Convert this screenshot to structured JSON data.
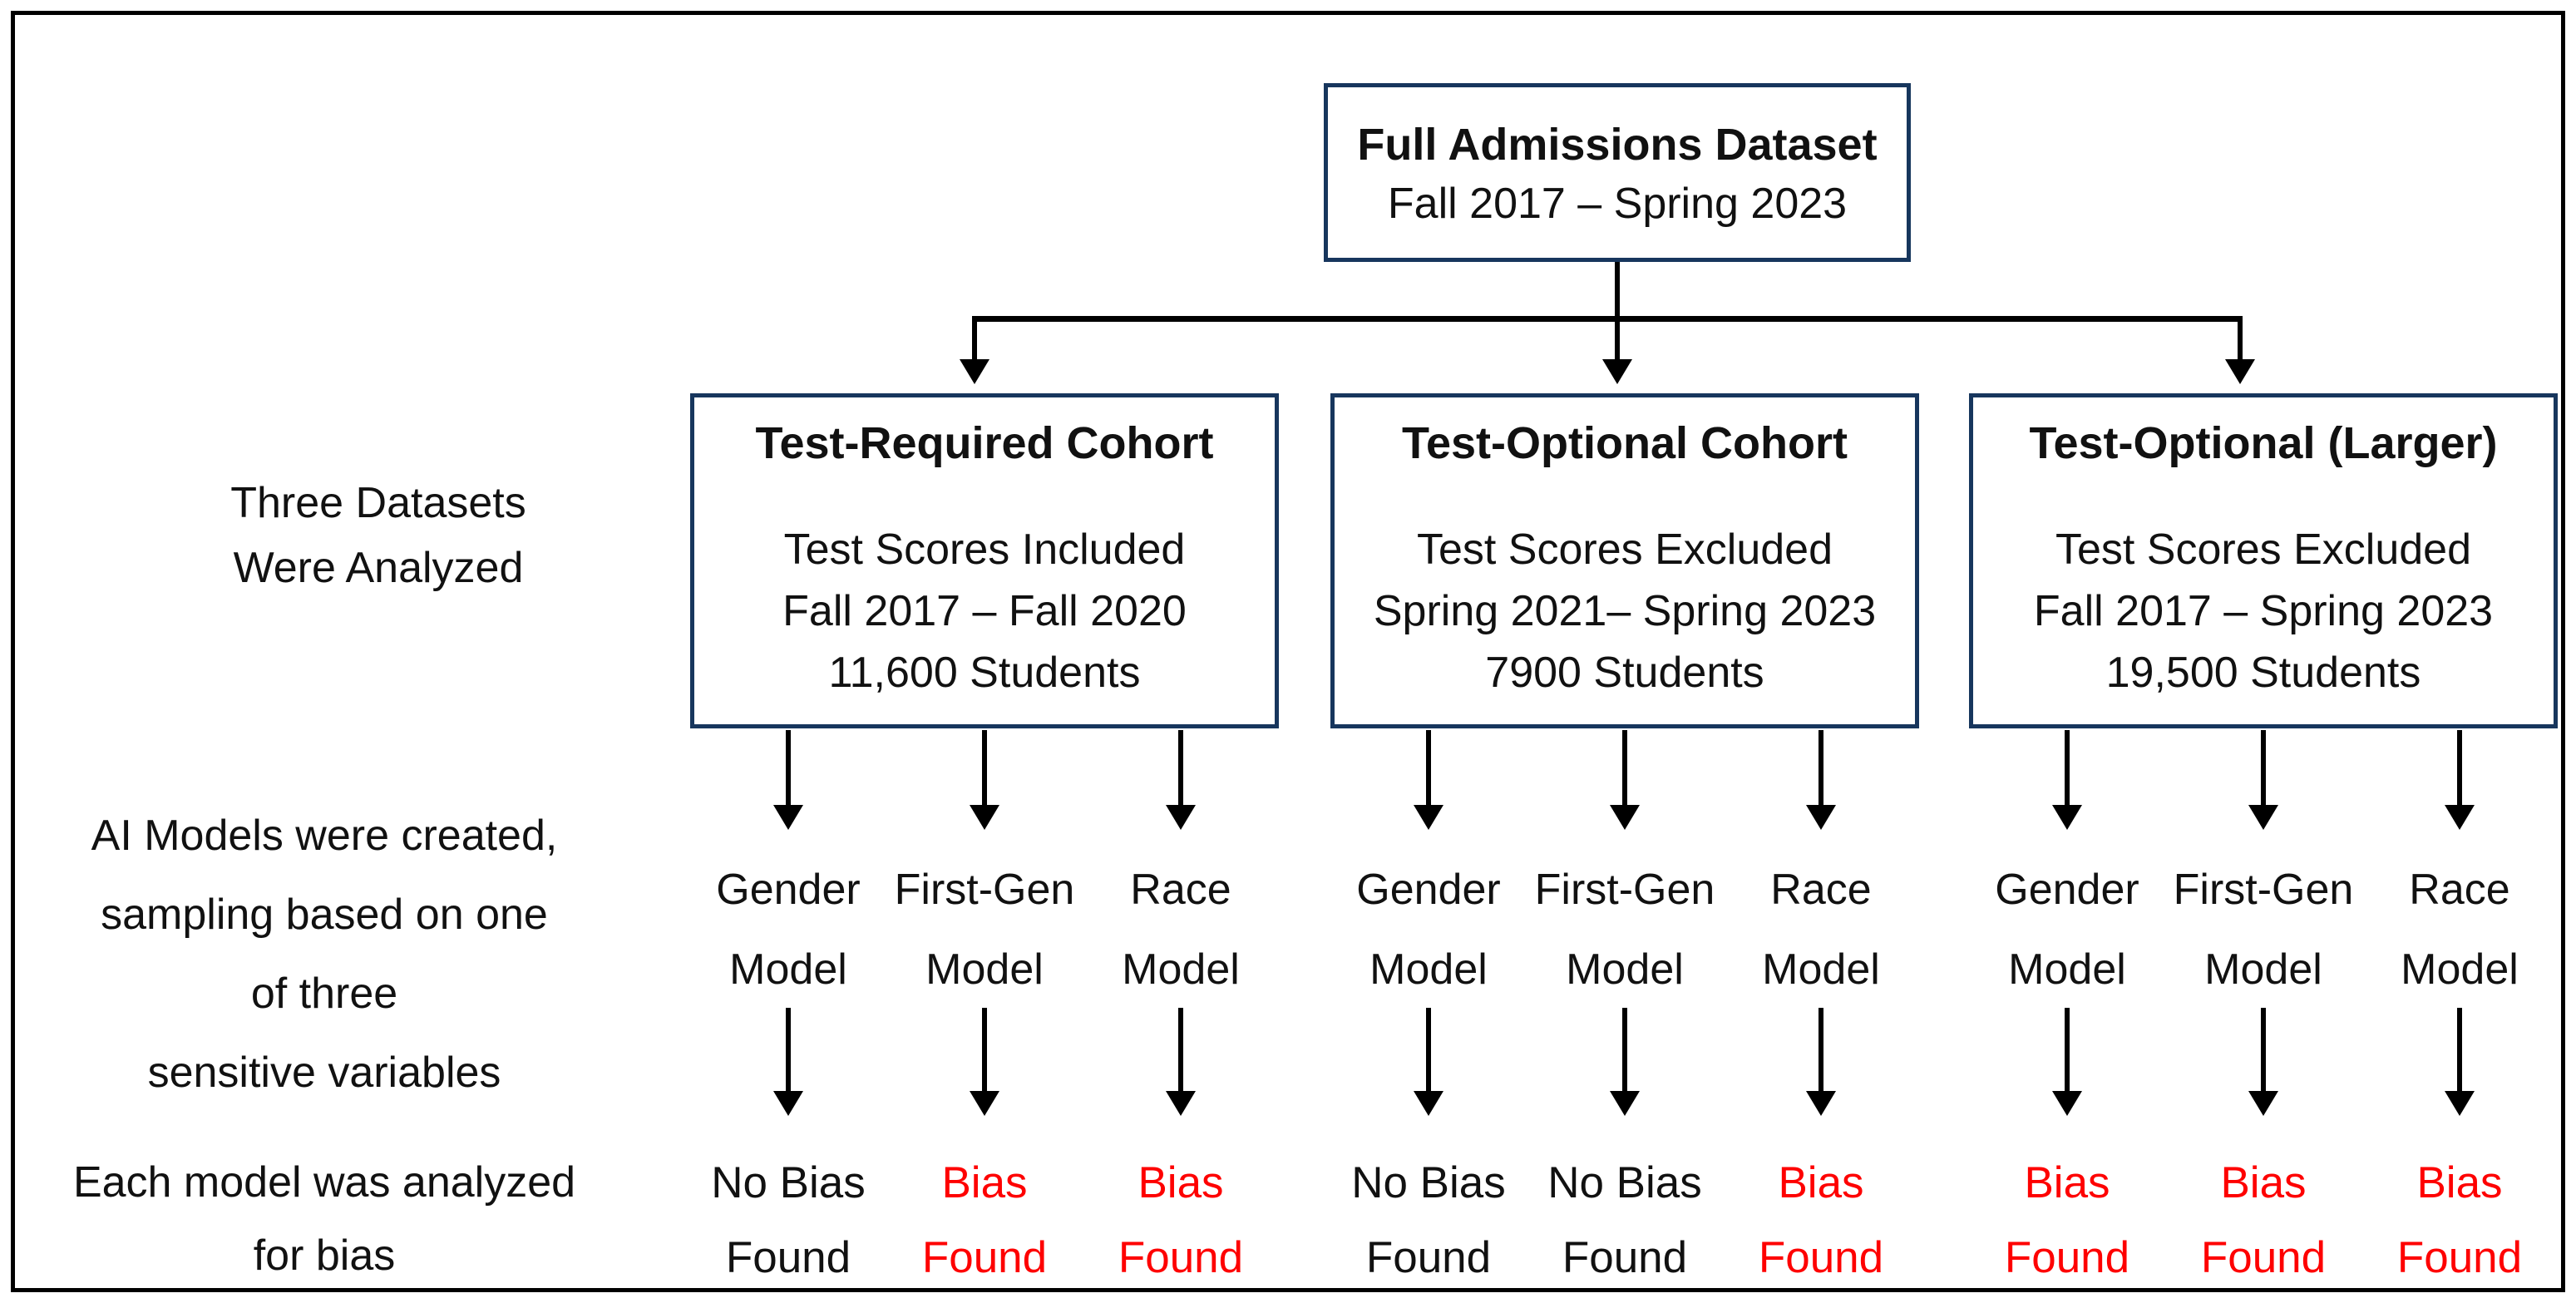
{
  "figure": {
    "background": "#ffffff",
    "frame_border_color": "#000000",
    "connector_color": "#000000",
    "box_border_color": "#17365d",
    "bias_color": "#fe0000",
    "text_color": "#111111"
  },
  "root_box": {
    "title": "Full Admissions Dataset",
    "subtitle": "Fall 2017 – Spring 2023"
  },
  "side_labels": {
    "datasets": {
      "l1": "Three Datasets",
      "l2": "Were Analyzed"
    },
    "models": {
      "l1": "AI Models were created,",
      "l2": "sampling based on one",
      "l3": "of three",
      "l4": "sensitive variables"
    },
    "bias": {
      "l1": "Each model was analyzed",
      "l2": "for bias"
    }
  },
  "cohorts": [
    {
      "title": "Test-Required Cohort",
      "body_l1": "Test Scores Included",
      "body_l2": "Fall 2017 – Fall 2020",
      "body_l3": "11,600 Students",
      "models": [
        {
          "name_l1": "Gender",
          "name_l2": "Model",
          "result_l1": "No Bias",
          "result_l2": "Found",
          "result_color": "#111111"
        },
        {
          "name_l1": "First-Gen",
          "name_l2": "Model",
          "result_l1": "Bias",
          "result_l2": "Found",
          "result_color": "#fe0000"
        },
        {
          "name_l1": "Race",
          "name_l2": "Model",
          "result_l1": "Bias",
          "result_l2": "Found",
          "result_color": "#fe0000"
        }
      ]
    },
    {
      "title": "Test-Optional Cohort",
      "body_l1": "Test Scores Excluded",
      "body_l2": "Spring 2021– Spring 2023",
      "body_l3": "7900 Students",
      "models": [
        {
          "name_l1": "Gender",
          "name_l2": "Model",
          "result_l1": "No Bias",
          "result_l2": "Found",
          "result_color": "#111111"
        },
        {
          "name_l1": "First-Gen",
          "name_l2": "Model",
          "result_l1": "No Bias",
          "result_l2": "Found",
          "result_color": "#111111"
        },
        {
          "name_l1": "Race",
          "name_l2": "Model",
          "result_l1": "Bias",
          "result_l2": "Found",
          "result_color": "#fe0000"
        }
      ]
    },
    {
      "title": "Test-Optional (Larger)",
      "body_l1": "Test Scores Excluded",
      "body_l2": "Fall 2017 – Spring 2023",
      "body_l3": "19,500 Students",
      "models": [
        {
          "name_l1": "Gender",
          "name_l2": "Model",
          "result_l1": "Bias",
          "result_l2": "Found",
          "result_color": "#fe0000"
        },
        {
          "name_l1": "First-Gen",
          "name_l2": "Model",
          "result_l1": "Bias",
          "result_l2": "Found",
          "result_color": "#fe0000"
        },
        {
          "name_l1": "Race",
          "name_l2": "Model",
          "result_l1": "Bias",
          "result_l2": "Found",
          "result_color": "#fe0000"
        }
      ]
    }
  ]
}
